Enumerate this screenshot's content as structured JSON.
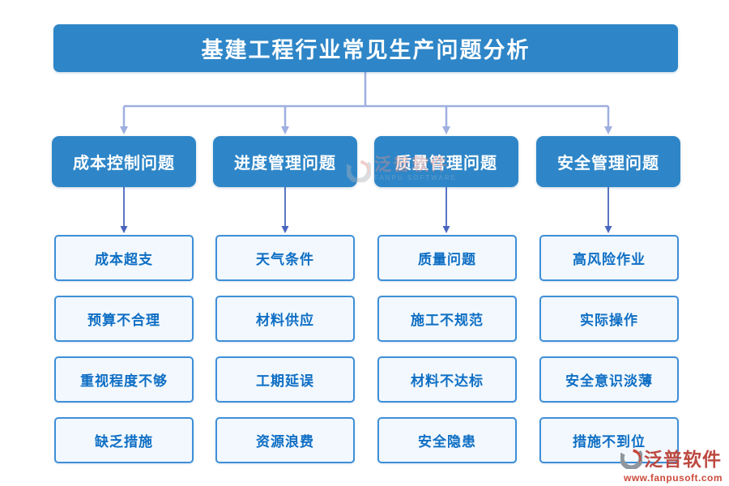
{
  "title": "基建工程行业常见生产问题分析",
  "columns": [
    {
      "title": "成本控制问题",
      "items": [
        "成本超支",
        "预算不合理",
        "重视程度不够",
        "缺乏措施"
      ]
    },
    {
      "title": "进度管理问题",
      "items": [
        "天气条件",
        "材料供应",
        "工期延误",
        "资源浪费"
      ]
    },
    {
      "title": "质量管理问题",
      "items": [
        "质量问题",
        "施工不规范",
        "材料不达标",
        "安全隐患"
      ]
    },
    {
      "title": "安全管理问题",
      "items": [
        "高风险作业",
        "实际操作",
        "安全意识淡薄",
        "措施不到位"
      ]
    }
  ],
  "brand": {
    "name": "泛普软件",
    "name_en": "FANPU SOFTWARE",
    "url": "www.fanpusoft.com"
  },
  "colors": {
    "primary_blue": "#2e86c8",
    "tree_line": "#9eafe0",
    "drop_arrow": "#4966be",
    "issue_border": "#3f8fd8",
    "issue_fill": "#f2f8fd",
    "issue_text": "#0e6ec4",
    "watermark_red": "#bc4a41"
  }
}
